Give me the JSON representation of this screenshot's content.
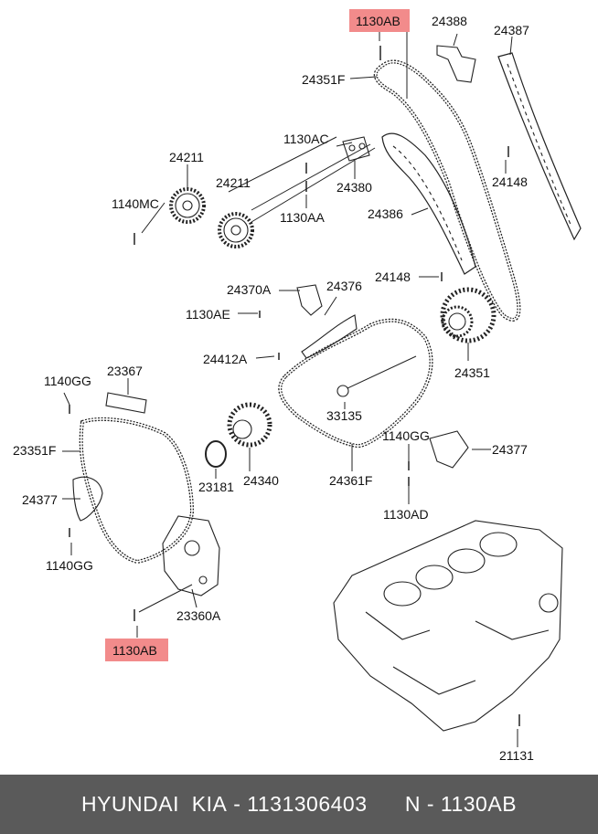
{
  "colors": {
    "highlight": "#f28b8b",
    "footer_bg": "#5a5a5a",
    "line": "#222222"
  },
  "labels": {
    "p1130AB_top": "1130AB",
    "p24388": "24388",
    "p24387": "24387",
    "p24351F": "24351F",
    "p1130AC": "1130AC",
    "p24211a": "24211",
    "p24211b": "24211",
    "p24380": "24380",
    "p1140MC": "1140MC",
    "p1130AA": "1130AA",
    "p24386": "24386",
    "p24148a": "24148",
    "p24148b": "24148",
    "p24370A": "24370A",
    "p24376": "24376",
    "p1130AE": "1130AE",
    "p24412A": "24412A",
    "p24351": "24351",
    "p1140GG_a": "1140GG",
    "p23367": "23367",
    "p33135": "33135",
    "p1140GG_b": "1140GG",
    "p24377a": "24377",
    "p23351F": "23351F",
    "p23181": "23181",
    "p24340": "24340",
    "p24361F": "24361F",
    "p1130AD": "1130AD",
    "p24377b": "24377",
    "p1140GG_c": "1140GG",
    "p23360A": "23360A",
    "p1130AB_bottom": "1130AB",
    "p21131": "21131"
  },
  "footer": {
    "brand": "HYUNDAI  KIA",
    "part_number": "1131306403",
    "code": "N - 1130AB",
    "sep": " - "
  }
}
